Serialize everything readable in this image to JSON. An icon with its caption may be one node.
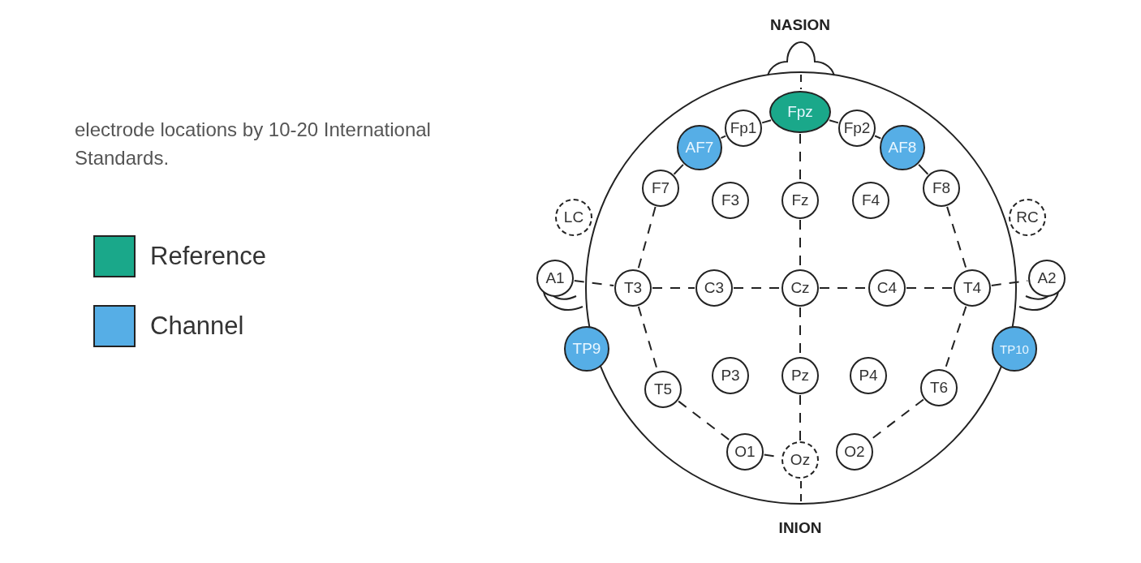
{
  "diagram": {
    "caption": "electrode locations by 10-20 International Standards.",
    "nodes": [
      {
        "text": [
          "Fpz"
        ]
      },
      {
        "text": [
          "Fp1"
        ]
      },
      {
        "text": [
          "Fp2"
        ]
      },
      {
        "text": [
          "AF7"
        ]
      },
      {
        "text": [
          "AF8"
        ]
      },
      {
        "text": [
          "F7"
        ]
      },
      {
        "text": [
          "F3"
        ]
      },
      {
        "text": [
          "Fz"
        ]
      },
      {
        "text": [
          "F4"
        ]
      },
      {
        "text": [
          "F8"
        ]
      },
      {
        "text": [
          "LC"
        ]
      },
      {
        "text": [
          "RC"
        ]
      },
      {
        "text": [
          "A1"
        ]
      },
      {
        "text": [
          "T3"
        ]
      },
      {
        "text": [
          "C3"
        ]
      },
      {
        "text": [
          "Cz"
        ]
      },
      {
        "text": [
          "C4"
        ]
      },
      {
        "text": [
          "T4"
        ]
      },
      {
        "text": [
          "A2"
        ]
      },
      {
        "text": [
          "TP9"
        ]
      },
      {
        "text": [
          "TP10"
        ]
      },
      {
        "text": [
          "T5"
        ]
      },
      {
        "text": [
          "P3"
        ]
      },
      {
        "text": [
          "Pz"
        ]
      },
      {
        "text": [
          "P4"
        ]
      },
      {
        "text": [
          "T6"
        ]
      },
      {
        "text": [
          "O1"
        ]
      },
      {
        "text": [
          "Oz"
        ]
      },
      {
        "text": [
          "O2"
        ]
      }
    ],
    "edges": [
      {
        "from": 3,
        "to": 1,
        "arrow": "none"
      },
      {
        "from": 1,
        "to": 0,
        "arrow": "none"
      },
      {
        "from": 0,
        "to": 2,
        "arrow": "none"
      },
      {
        "from": 2,
        "to": 4,
        "arrow": "none"
      },
      {
        "from": 3,
        "to": 5,
        "arrow": "none"
      },
      {
        "from": 4,
        "to": 9,
        "arrow": "none"
      },
      {
        "from": 0,
        "to": 7,
        "arrow": "none",
        "style": "dashed"
      },
      {
        "from": 7,
        "to": 15,
        "arrow": "none",
        "style": "dashed"
      },
      {
        "from": 15,
        "to": 23,
        "arrow": "none",
        "style": "dashed"
      },
      {
        "from": 23,
        "to": 27,
        "arrow": "none",
        "style": "dashed"
      },
      {
        "from": 12,
        "to": 13,
        "arrow": "none",
        "style": "dashed"
      },
      {
        "from": 13,
        "to": 14,
        "arrow": "none",
        "style": "dashed"
      },
      {
        "from": 14,
        "to": 15,
        "arrow": "none",
        "style": "dashed"
      },
      {
        "from": 15,
        "to": 16,
        "arrow": "none",
        "style": "dashed"
      },
      {
        "from": 16,
        "to": 17,
        "arrow": "none",
        "style": "dashed"
      },
      {
        "from": 17,
        "to": 18,
        "arrow": "none",
        "style": "dashed"
      },
      {
        "from": 5,
        "to": 13,
        "arrow": "none",
        "style": "dashed"
      },
      {
        "from": 13,
        "to": 21,
        "arrow": "none",
        "style": "dashed"
      },
      {
        "from": 21,
        "to": 26,
        "arrow": "none",
        "style": "dashed"
      },
      {
        "from": 26,
        "to": 27,
        "arrow": "none",
        "style": "dashed"
      },
      {
        "from": 9,
        "to": 17,
        "arrow": "none",
        "style": "dashed"
      },
      {
        "from": 17,
        "to": 25,
        "arrow": "none",
        "style": "dashed"
      },
      {
        "from": 25,
        "to": 28,
        "arrow": "none",
        "style": "dashed"
      }
    ],
    "labels": [
      "NASION",
      "INION"
    ],
    "legend": [
      {
        "text": "Reference",
        "color": "#1aa88a"
      },
      {
        "text": "Channel",
        "color": "#56aee6"
      }
    ]
  }
}
